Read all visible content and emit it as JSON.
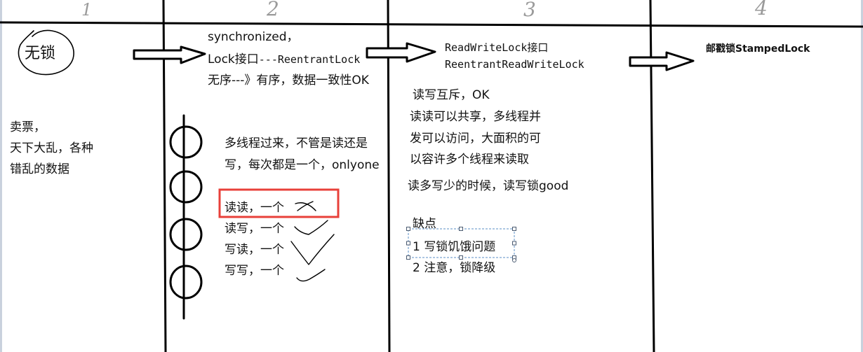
{
  "canvas": {
    "background": "#ffffff",
    "ink": "#000000",
    "highlight_color": "#e8403a",
    "selection_color": "#5b8fc7"
  },
  "col1": {
    "number": "1",
    "title": "无锁",
    "notes": [
      "卖票，",
      "天下大乱，各种",
      "错乱的数据"
    ]
  },
  "col2": {
    "number": "2",
    "line1": "synchronized，",
    "line2_a": "Lock接口",
    "line2_b": "---ReentrantLock",
    "line3": "无序---》有序，数据一致性OK",
    "description": [
      "多线程过来，不管是读还是",
      "写，每次都是一个，onlyone"
    ],
    "cases": [
      {
        "label": "读读，一个",
        "mark": "cross-icon"
      },
      {
        "label": "读写，一个",
        "mark": "check-icon"
      },
      {
        "label": "写读，一个",
        "mark": "check-icon"
      },
      {
        "label": "写写，一个",
        "mark": "check-icon"
      }
    ]
  },
  "col3": {
    "number": "3",
    "interfaces": [
      "ReadWriteLock接口",
      "ReentrantReadWriteLock"
    ],
    "notes": [
      "读写互斥，OK",
      "读读可以共享，多线程并",
      "发可以访问，大面积的可",
      "以容许多个线程来读取",
      "读多写少的时候，读写锁good"
    ],
    "drawbacks_title": "缺点",
    "drawbacks": [
      "1 写锁饥饿问题",
      "2 注意，锁降级"
    ]
  },
  "col4": {
    "number": "4",
    "title": "邮戳锁StampedLock"
  }
}
